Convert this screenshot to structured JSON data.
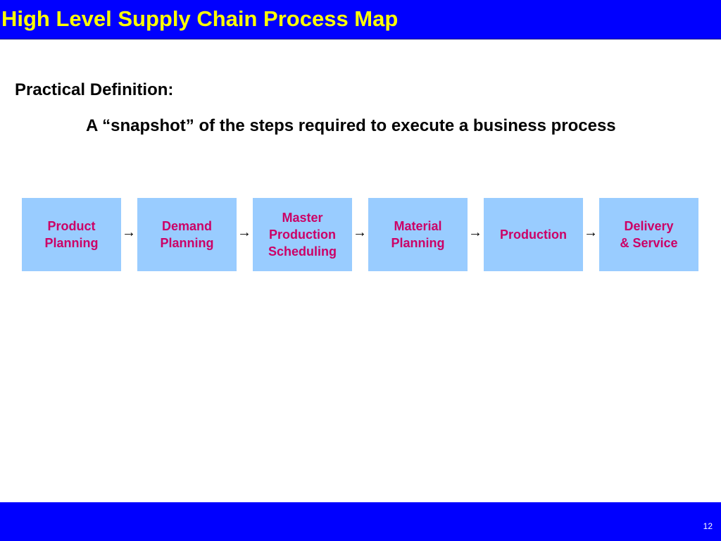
{
  "title": "High Level Supply Chain Process Map",
  "definition": {
    "label": "Practical Definition:",
    "text": "A “snapshot” of the steps required to execute a business process"
  },
  "process_steps": [
    {
      "label": "Product\nPlanning"
    },
    {
      "label": "Demand\nPlanning"
    },
    {
      "label": "Master\nProduction\nScheduling"
    },
    {
      "label": "Material\nPlanning"
    },
    {
      "label": "Production"
    },
    {
      "label": "Delivery\n& Service"
    }
  ],
  "arrow_glyph": "→",
  "page_number": "12",
  "colors": {
    "bar": "#0000ff",
    "title": "#ffff00",
    "box_fill": "#99ccff",
    "box_text": "#cc0066"
  }
}
